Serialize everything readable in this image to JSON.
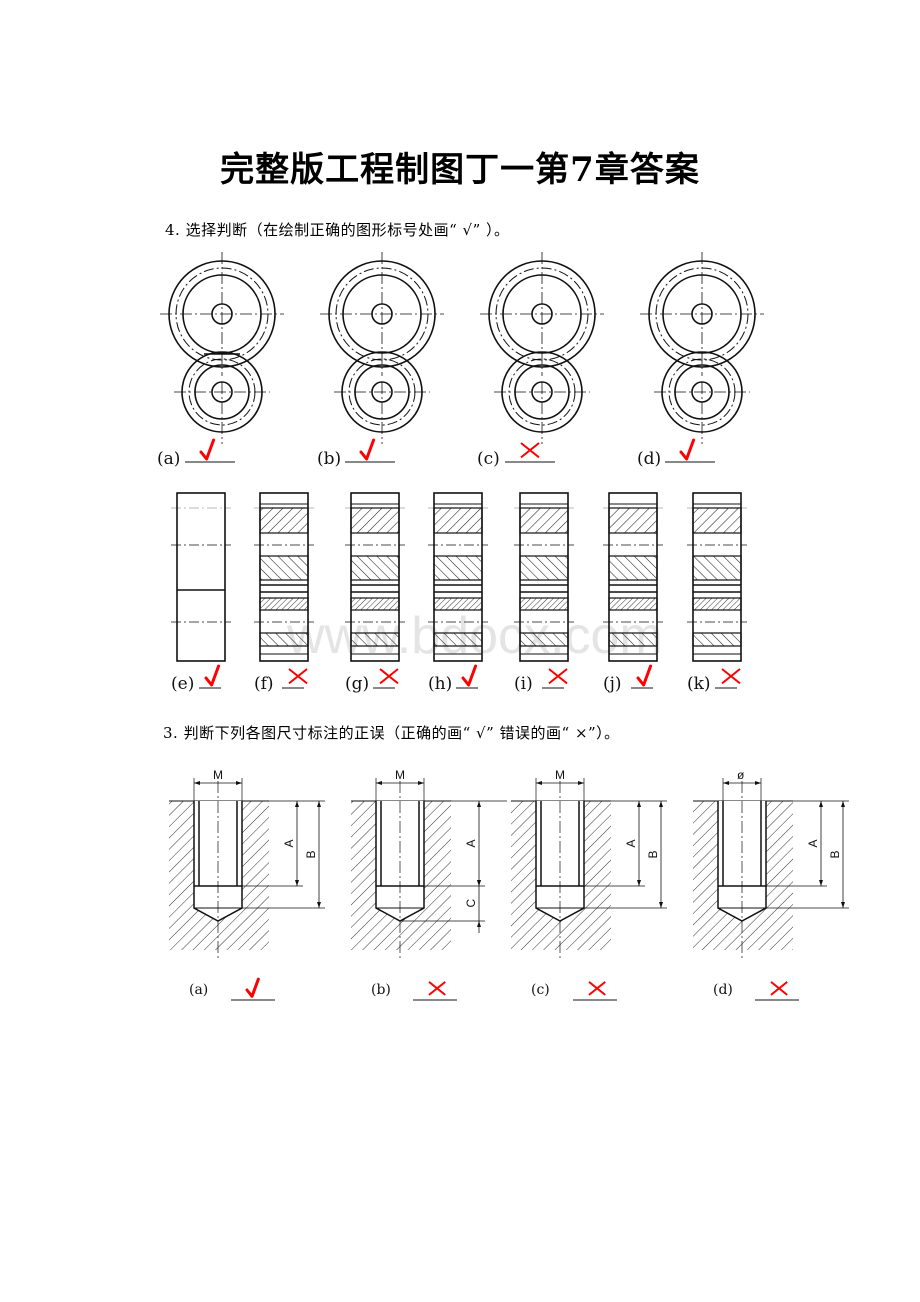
{
  "title": "完整版工程制图丁一第7章答案",
  "section_gears": {
    "question": "4.  选择判断（在绘制正确的图形标号处画“ √” ）。",
    "row1": [
      {
        "label": "(a)",
        "mark": "√"
      },
      {
        "label": "(b)",
        "mark": "√"
      },
      {
        "label": "(c)",
        "mark": "×"
      },
      {
        "label": "(d)",
        "mark": "√"
      }
    ],
    "row2": [
      {
        "label": "(e)",
        "mark": "√"
      },
      {
        "label": "(f)",
        "mark": "×"
      },
      {
        "label": "(g)",
        "mark": "×"
      },
      {
        "label": "(h)",
        "mark": "√"
      },
      {
        "label": "(i)",
        "mark": "×"
      },
      {
        "label": "(j)",
        "mark": "√"
      },
      {
        "label": "(k)",
        "mark": "×"
      }
    ],
    "watermark": "www.bdocx.com"
  },
  "section_threads": {
    "question": "3.  判断下列各图尺寸标注的正误（正确的画“ √” 错误的画“ ×”）。",
    "items": [
      {
        "label": "(a)",
        "mark": "√",
        "dim_top": "M",
        "dims": [
          "A",
          "B"
        ]
      },
      {
        "label": "(b)",
        "mark": "×",
        "dim_top": "M",
        "dims": [
          "A",
          "C"
        ]
      },
      {
        "label": "(c)",
        "mark": "×",
        "dim_top": "M",
        "dims": [
          "A",
          "B"
        ]
      },
      {
        "label": "(d)",
        "mark": "×",
        "dim_top": "ø",
        "dims": [
          "A",
          "B"
        ]
      }
    ]
  },
  "colors": {
    "mark": "#ff0000",
    "ink": "#111111",
    "watermark": "#cfcfcf"
  }
}
